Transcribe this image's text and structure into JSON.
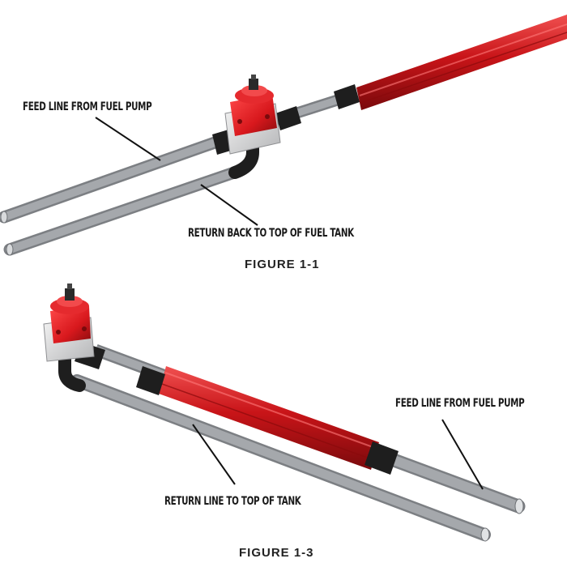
{
  "figure_top": {
    "caption": "FIGURE 1-1",
    "callouts": {
      "feed": "FEED LINE FROM FUEL PUMP",
      "return": "RETURN BACK TO TOP OF FUEL TANK"
    }
  },
  "figure_bottom": {
    "caption": "FIGURE 1-3",
    "callouts": {
      "feed": "FEED LINE FROM FUEL PUMP",
      "return": "RETURN LINE TO TOP OF TANK"
    }
  },
  "colors": {
    "regulator_red": "#d8181d",
    "rail_red": "#c81418",
    "fitting_black": "#1e1e1e",
    "tube_gray": "#9a9da2",
    "bracket_silver": "#d9dadb"
  }
}
